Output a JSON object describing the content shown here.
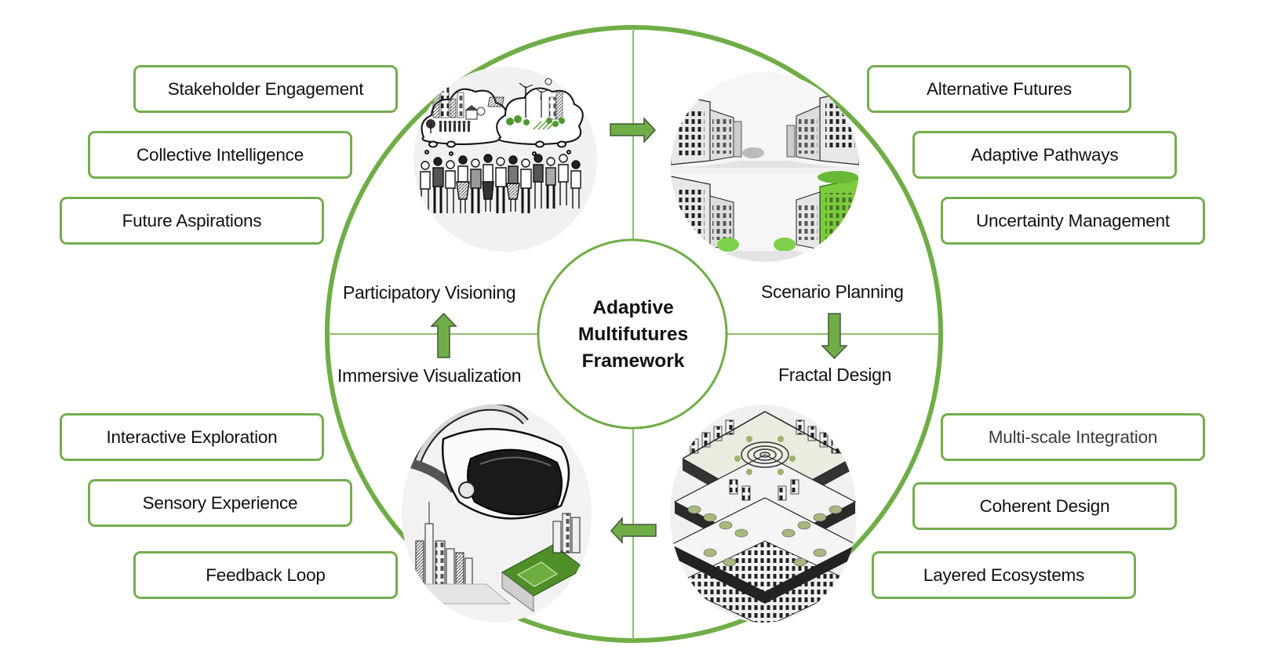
{
  "diagram": {
    "title_lines": [
      "Adaptive",
      "Multifutures",
      "Framework"
    ],
    "colors": {
      "accent_green": "#70ad47",
      "box_border": "#74ad4e",
      "divider_green": "#8fbf6c",
      "arrow_outline": "#42563a",
      "text": "#111111",
      "text_muted": "#3b3b3b"
    },
    "phases": [
      {
        "id": "participatory-visioning",
        "label": "Participatory Visioning",
        "quadrant": "top-left",
        "illustration": "people-dreaming-of-cities",
        "attributes": [
          "Stakeholder Engagement",
          "Collective Intelligence",
          "Future Aspirations"
        ]
      },
      {
        "id": "scenario-planning",
        "label": "Scenario Planning",
        "quadrant": "top-right",
        "illustration": "alternative-street-scenarios",
        "attributes": [
          "Alternative Futures",
          "Adaptive Pathways",
          "Uncertainty Management"
        ]
      },
      {
        "id": "fractal-design",
        "label": "Fractal Design",
        "quadrant": "bottom-right",
        "illustration": "layered-fractal-city",
        "attributes": [
          "Multi-scale Integration",
          "Coherent Design",
          "Layered Ecosystems"
        ]
      },
      {
        "id": "immersive-visualization",
        "label": "Immersive Visualization",
        "quadrant": "bottom-left",
        "illustration": "vr-headset-over-city",
        "attributes": [
          "Interactive Exploration",
          "Sensory Experience",
          "Feedback Loop"
        ]
      }
    ],
    "flow_arrows": [
      {
        "from": "participatory-visioning",
        "to": "scenario-planning",
        "direction": "right"
      },
      {
        "from": "scenario-planning",
        "to": "fractal-design",
        "direction": "down"
      },
      {
        "from": "fractal-design",
        "to": "immersive-visualization",
        "direction": "left"
      },
      {
        "from": "immersive-visualization",
        "to": "participatory-visioning",
        "direction": "up"
      }
    ]
  }
}
